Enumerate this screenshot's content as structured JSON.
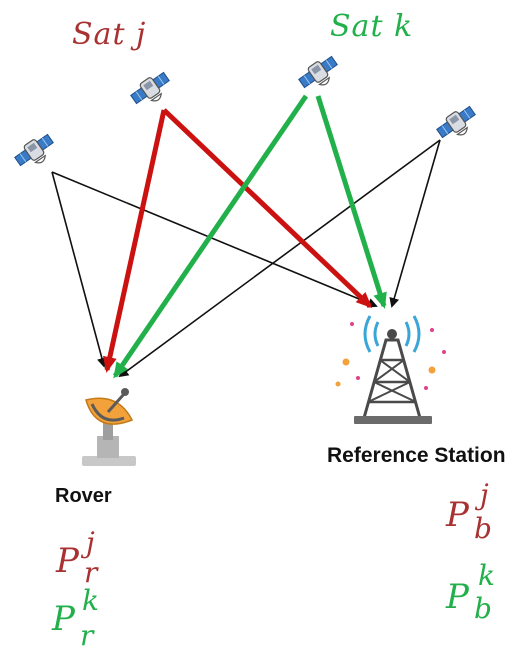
{
  "satellites": {
    "sat_j_label": "Sat j",
    "sat_k_label": "Sat k"
  },
  "receivers": {
    "rover_label": "Rover",
    "reference_label": "Reference Station"
  },
  "pseudoranges": {
    "rover_j": {
      "base": "P",
      "sub": "r",
      "sup": "j"
    },
    "rover_k": {
      "base": "P",
      "sub": "r",
      "sup": "k"
    },
    "base_j": {
      "base": "P",
      "sub": "b",
      "sup": "j"
    },
    "base_k": {
      "base": "P",
      "sub": "b",
      "sup": "k"
    }
  },
  "colors": {
    "sat_j": "#a83232",
    "sat_k": "#22b04b",
    "arrow_j": "#cc1111",
    "arrow_k": "#22b04b",
    "arrow_other": "#111111"
  }
}
